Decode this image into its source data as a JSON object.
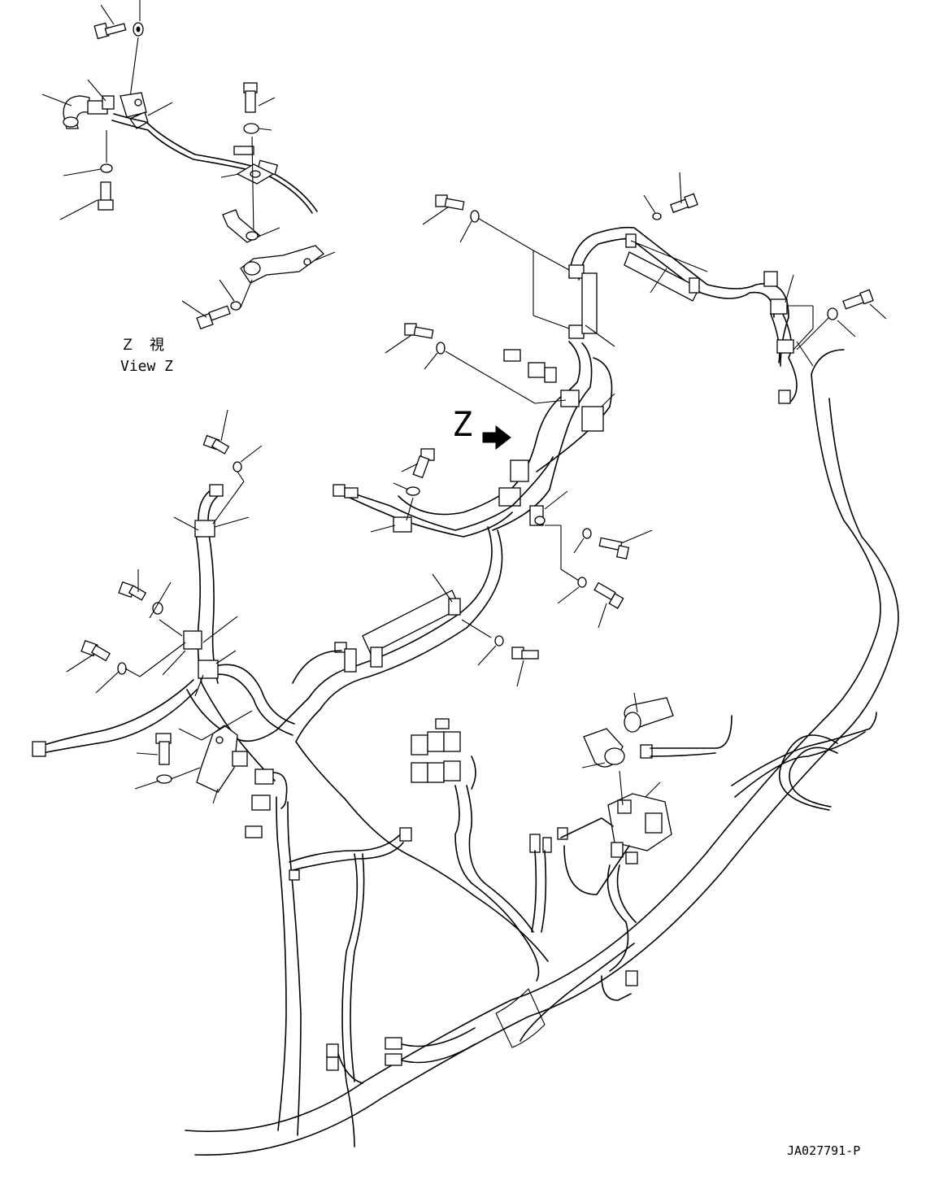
{
  "view_label": {
    "jp": "Ｚ　視",
    "en": "View Z"
  },
  "view_marker": "Z",
  "drawing_number": "JA027791-P"
}
